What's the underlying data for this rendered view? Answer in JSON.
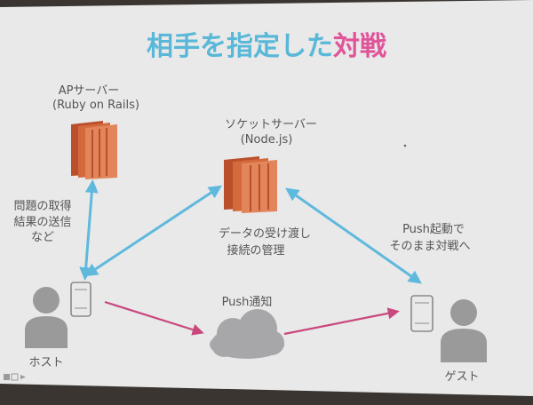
{
  "title": {
    "main": "相手を指定した",
    "accent": "対戦"
  },
  "ap_server": {
    "line1": "APサーバー",
    "line2": "(Ruby on Rails)",
    "icon": "server-icon"
  },
  "socket_server": {
    "line1": "ソケットサーバー",
    "line2": "(Node.js)",
    "icon": "server-icon"
  },
  "socket_desc": {
    "line1": "データの受け渡し",
    "line2": "接続の管理"
  },
  "left_note": {
    "line1": "問題の取得",
    "line2": "結果の送信",
    "line3": "など"
  },
  "right_note": {
    "line1": "Push起動で",
    "line2": "そのまま対戦へ"
  },
  "push": {
    "label": "Push通知",
    "icon": "cloud-icon"
  },
  "host": {
    "label": "ホスト",
    "icon": "person-icon",
    "device_icon": "smartphone-icon"
  },
  "guest": {
    "label": "ゲスト",
    "icon": "person-icon",
    "device_icon": "smartphone-icon"
  },
  "colors": {
    "title": "#59b8d8",
    "accent": "#e0559a",
    "sync_arrow": "#5eb9dc",
    "push_arrow": "#c8487e",
    "server": "#d4693c"
  }
}
